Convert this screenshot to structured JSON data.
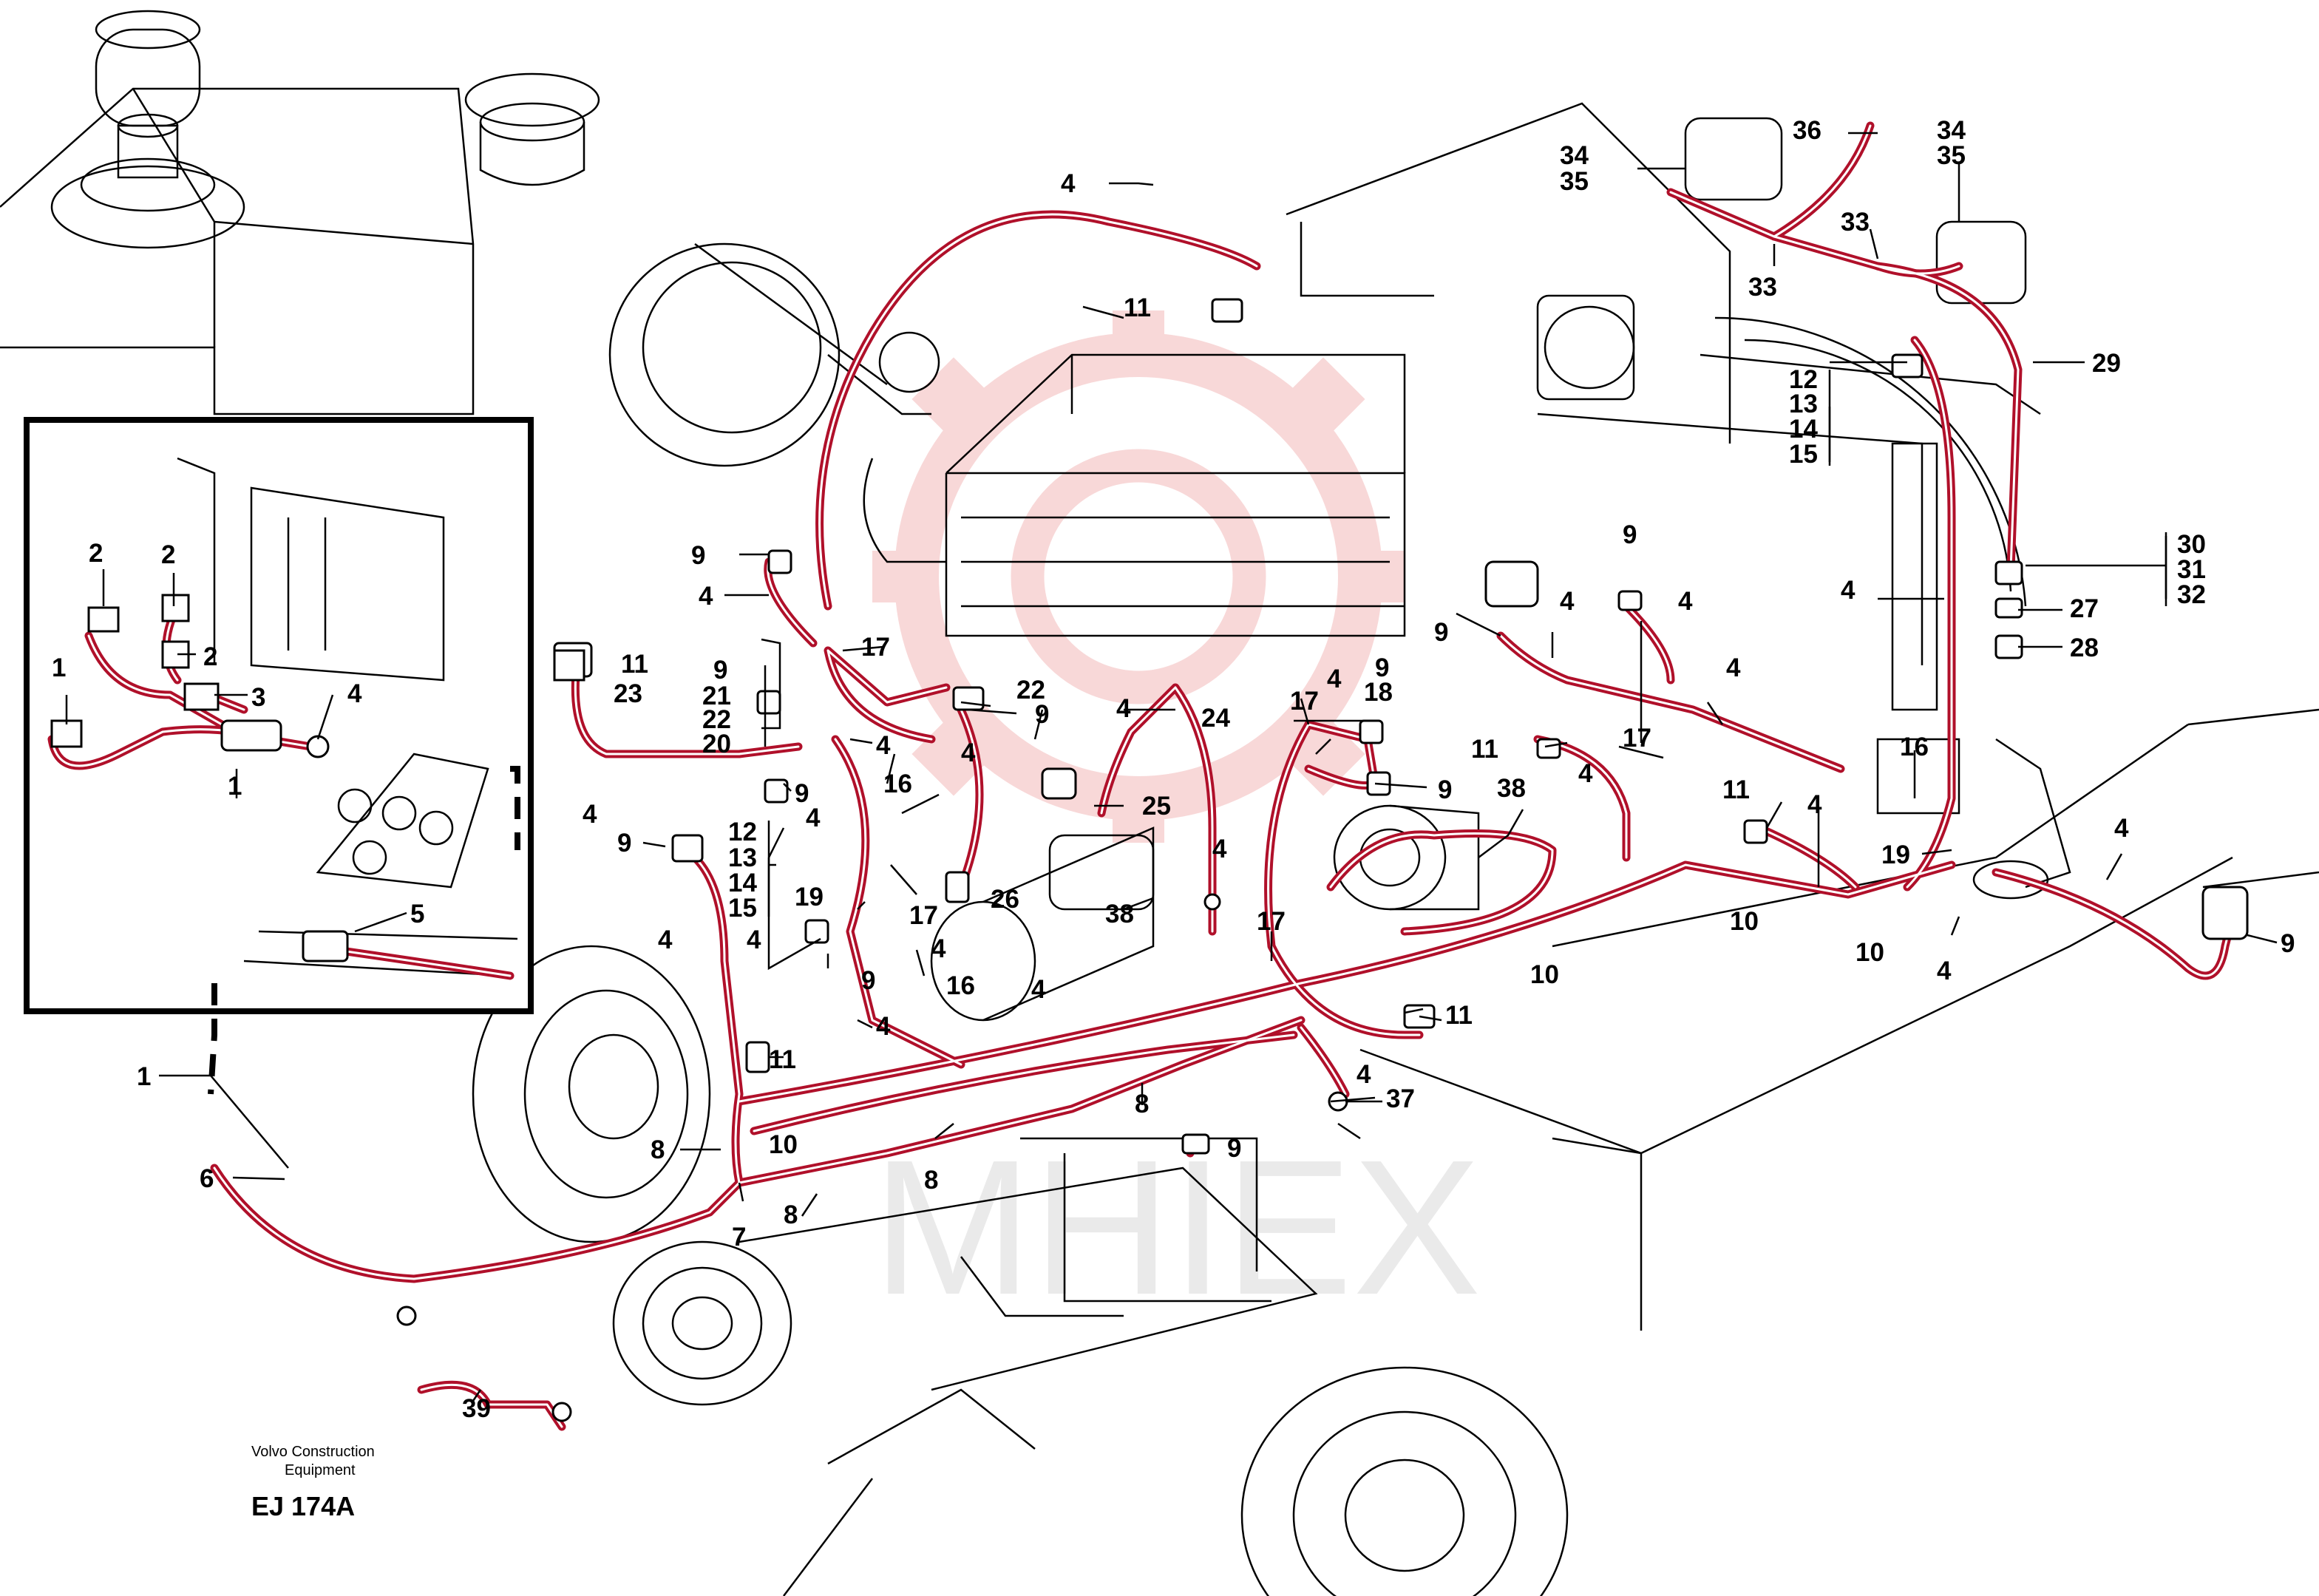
{
  "caption": {
    "company_line1": "Volvo Construction",
    "company_line2": "Equipment",
    "drawing_id": "EJ 174A"
  },
  "watermark": {
    "text": "MHIEX"
  },
  "colors": {
    "harness": "#b0102a",
    "watermark": "#f2b8b8",
    "line": "#000000"
  },
  "labels": [
    "1",
    "2",
    "2",
    "2",
    "3",
    "4",
    "1",
    "5",
    "1",
    "6",
    "7",
    "8",
    "8",
    "8",
    "8",
    "39",
    "4",
    "11",
    "9",
    "4",
    "17",
    "11",
    "23",
    "4",
    "9",
    "21",
    "22",
    "20",
    "22",
    "9",
    "4",
    "16",
    "4",
    "9",
    "4",
    "9",
    "12",
    "13",
    "14",
    "15",
    "19",
    "17",
    "4",
    "4",
    "9",
    "4",
    "11",
    "10",
    "4",
    "26",
    "16",
    "4",
    "4",
    "24",
    "25",
    "38",
    "17",
    "9",
    "18",
    "4",
    "9",
    "17",
    "4",
    "38",
    "11",
    "4",
    "9",
    "9",
    "4",
    "17",
    "4",
    "4",
    "11",
    "4",
    "10",
    "10",
    "10",
    "16",
    "19",
    "4",
    "4",
    "9",
    "11",
    "37",
    "9",
    "4",
    "12",
    "13",
    "14",
    "15",
    "36",
    "34",
    "35",
    "33",
    "33",
    "34",
    "35",
    "29",
    "30",
    "31",
    "32",
    "27",
    "28",
    "4"
  ]
}
